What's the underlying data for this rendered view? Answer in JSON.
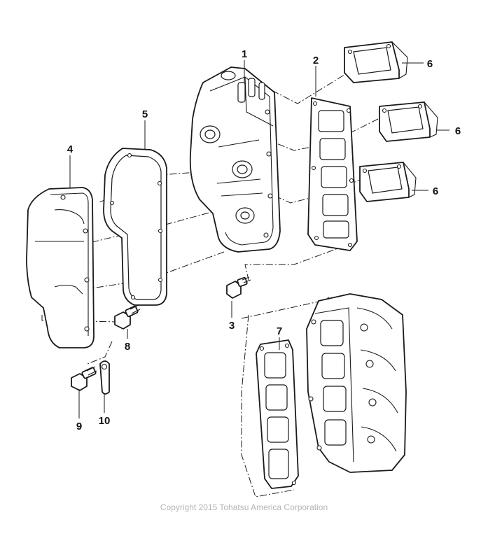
{
  "callouts": [
    {
      "id": "callout-1",
      "label": "1"
    },
    {
      "id": "callout-2",
      "label": "2"
    },
    {
      "id": "callout-3",
      "label": "3"
    },
    {
      "id": "callout-4",
      "label": "4"
    },
    {
      "id": "callout-5",
      "label": "5"
    },
    {
      "id": "callout-6a",
      "label": "6"
    },
    {
      "id": "callout-6b",
      "label": "6"
    },
    {
      "id": "callout-6c",
      "label": "6"
    },
    {
      "id": "callout-7",
      "label": "7"
    },
    {
      "id": "callout-8",
      "label": "8"
    },
    {
      "id": "callout-9",
      "label": "9"
    },
    {
      "id": "callout-10",
      "label": "10"
    }
  ],
  "footer": {
    "copyright": "Copyright 2015 Tohatsu America Corporation"
  }
}
